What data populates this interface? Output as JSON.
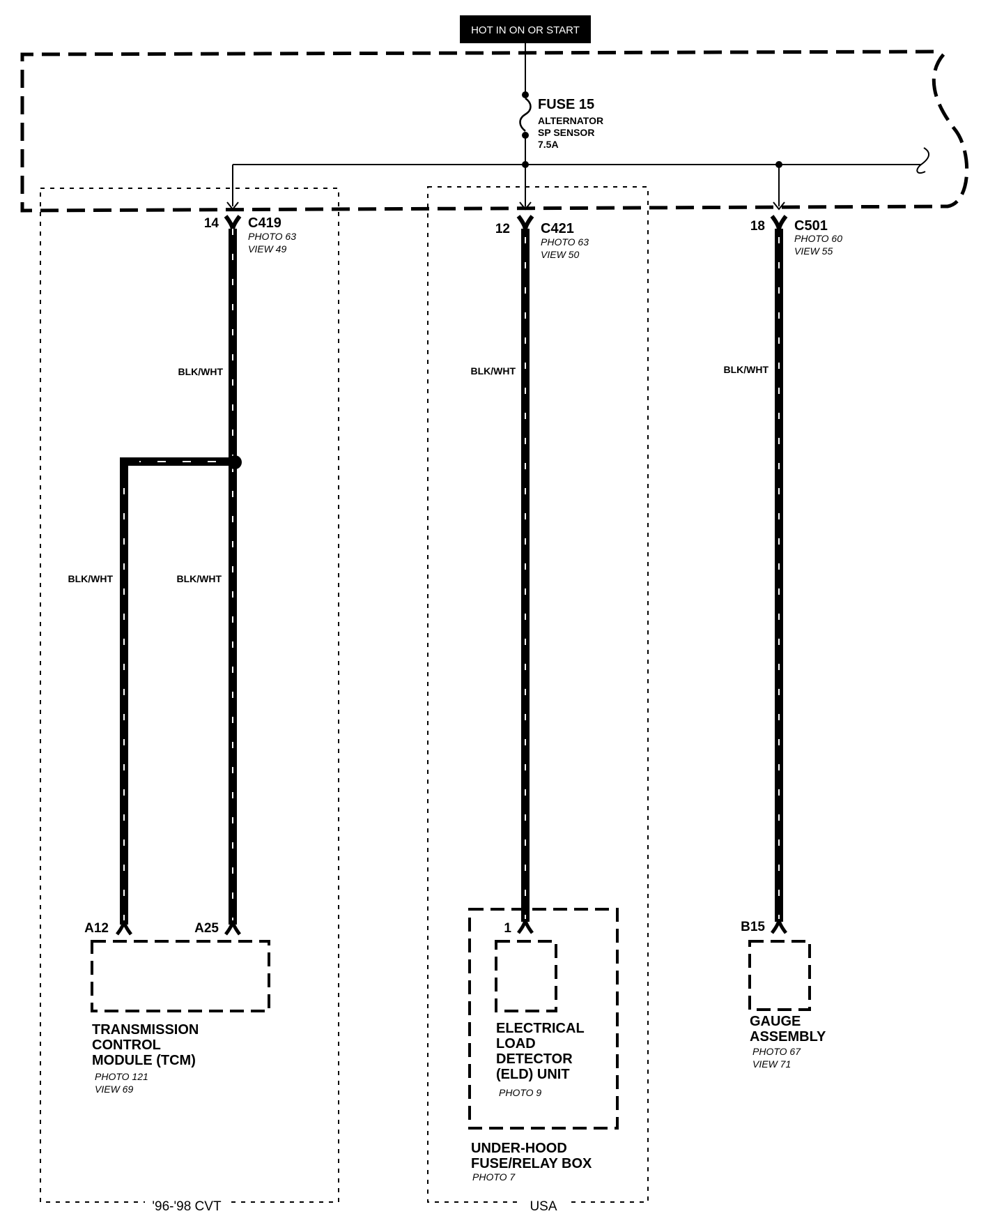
{
  "power_label": "HOT IN ON OR START",
  "fuse": {
    "name": "FUSE 15",
    "desc_line1": "ALTERNATOR",
    "desc_line2": "SP SENSOR",
    "rating": "7.5A"
  },
  "wire_color": "BLK/WHT",
  "connectors": {
    "c419": {
      "pin": "14",
      "name": "C419",
      "photo": "PHOTO 63",
      "view": "VIEW 49"
    },
    "c421": {
      "pin": "12",
      "name": "C421",
      "photo": "PHOTO 63",
      "view": "VIEW 50"
    },
    "c501": {
      "pin": "18",
      "name": "C501",
      "photo": "PHOTO 60",
      "view": "VIEW 55"
    }
  },
  "tcm": {
    "pin_a": "A12",
    "pin_b": "A25",
    "line1": "TRANSMISSION",
    "line2": "CONTROL",
    "line3": "MODULE (TCM)",
    "photo": "PHOTO 121",
    "view": "VIEW 69"
  },
  "eld": {
    "pin": "1",
    "line1": "ELECTRICAL",
    "line2": "LOAD",
    "line3": "DETECTOR",
    "line4": "(ELD) UNIT",
    "photo": "PHOTO 9"
  },
  "relay_box": {
    "line1": "UNDER-HOOD",
    "line2": "FUSE/RELAY BOX",
    "photo": "PHOTO 7"
  },
  "gauge": {
    "pin": "B15",
    "line1": "GAUGE",
    "line2": "ASSEMBLY",
    "photo": "PHOTO 67",
    "view": "VIEW 71"
  },
  "regions": {
    "left": "'96-'98 CVT",
    "middle": "USA"
  },
  "colors": {
    "ink": "#000000",
    "background": "#ffffff",
    "wire_stripe": "#ffffff"
  }
}
